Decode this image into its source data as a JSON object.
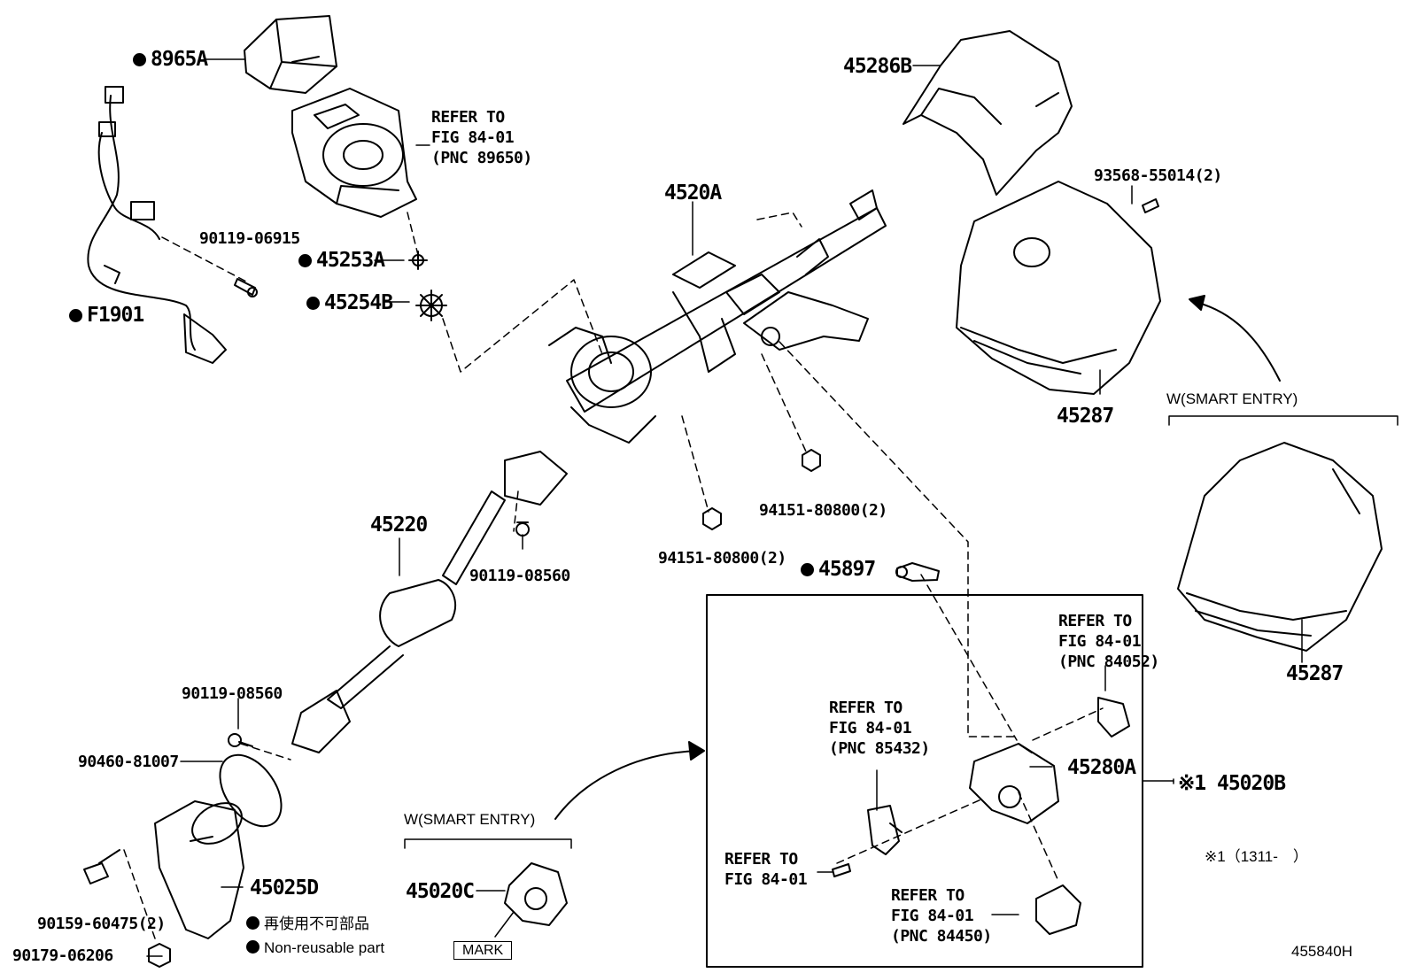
{
  "diagram_code": "455840H",
  "parts": {
    "p8965A": "8965A",
    "f1901": "F1901",
    "bolt_90119_06915": "90119-06915",
    "p45253A": "45253A",
    "p45254B": "45254B",
    "p4520A": "4520A",
    "p45286B": "45286B",
    "screw_93568": "93568-55014(2)",
    "p45287_a": "45287",
    "p45287_b": "45287",
    "p45220": "45220",
    "bolt_90119_08560_a": "90119-08560",
    "bolt_90119_08560_b": "90119-08560",
    "clamp_90460": "90460-81007",
    "p45025D": "45025D",
    "bolt_90159": "90159-60475(2)",
    "bolt_90179": "90179-06206",
    "nut_94151_a": "94151-80800(2)",
    "nut_94151_b": "94151-80800(2)",
    "p45897": "45897",
    "p45280A": "45280A",
    "p45020B": "※1 45020B",
    "p45020C": "45020C"
  },
  "refs": {
    "ref_89650": [
      "REFER TO",
      "FIG 84-01",
      "(PNC 89650)"
    ],
    "ref_84052": [
      "REFER TO",
      "FIG 84-01",
      "(PNC 84052)"
    ],
    "ref_85432": [
      "REFER TO",
      "FIG 84-01",
      "(PNC 85432)"
    ],
    "ref_plain": [
      "REFER TO",
      "FIG 84-01"
    ],
    "ref_84450": [
      "REFER TO",
      "FIG 84-01",
      "(PNC 84450)"
    ]
  },
  "notes": {
    "smart_entry_upper": "W(SMART ENTRY)",
    "smart_entry_lower": "W(SMART ENTRY)",
    "mark": "MARK",
    "footnote": "※1（1311-　）"
  },
  "legend": {
    "jp": "再使用不可部品",
    "en": "Non-reusable part"
  }
}
